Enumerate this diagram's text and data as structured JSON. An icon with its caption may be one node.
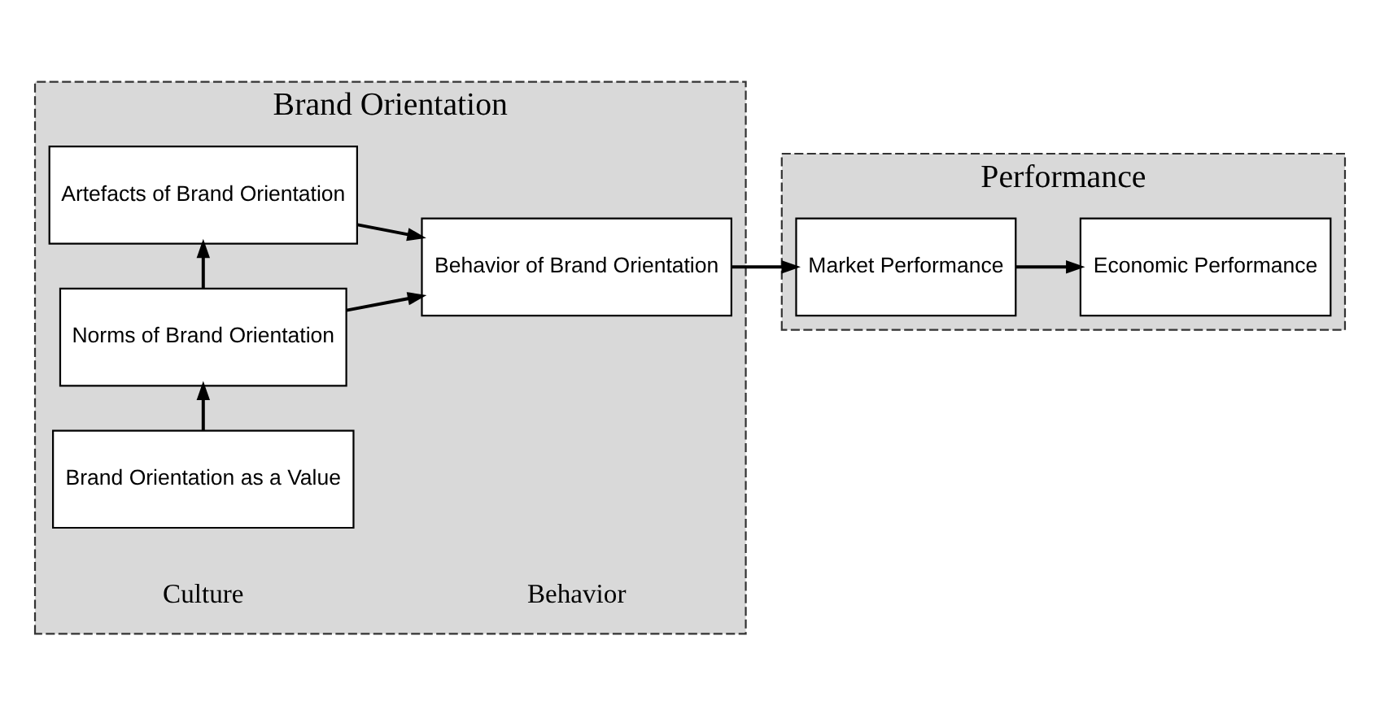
{
  "diagram": {
    "nodes": [
      {
        "text": [
          "Brand Orientation"
        ]
      },
      {
        "text": [
          "Brand Orientation as a Value"
        ],
        "in": 0
      },
      {
        "text": [
          "Norms of Brand Orientation"
        ],
        "in": 0
      },
      {
        "text": [
          "Artefacts of Brand Orientation"
        ],
        "in": 0
      },
      {
        "text": [
          "Behavior of Brand Orientation"
        ],
        "in": 0
      },
      {
        "text": [
          "Performance"
        ]
      },
      {
        "text": [
          "Market Performance"
        ],
        "in": 5
      },
      {
        "text": [
          "Economic Performance"
        ],
        "in": 5
      }
    ],
    "edges": [
      {
        "from": 1,
        "to": 2,
        "arrow": "to"
      },
      {
        "from": 2,
        "to": 3,
        "arrow": "to"
      },
      {
        "from": 2,
        "to": 4,
        "arrow": "to"
      },
      {
        "from": 3,
        "to": 4,
        "arrow": "to"
      },
      {
        "from": 4,
        "to": 6,
        "arrow": "to"
      },
      {
        "from": 6,
        "to": 7,
        "arrow": "to"
      }
    ],
    "labels": [
      "Culture",
      "Behavior"
    ]
  }
}
